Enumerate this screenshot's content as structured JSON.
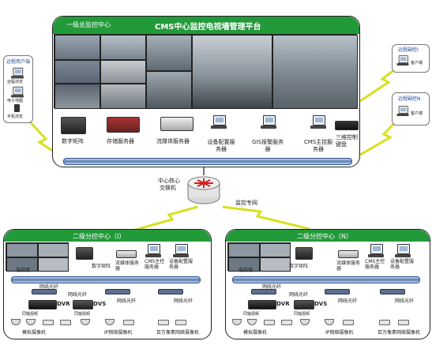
{
  "top_center": {
    "title": "CMS中心监控电视墙管理平台",
    "tag": "一级总监控中心",
    "devices": [
      {
        "label": "数字矩阵"
      },
      {
        "label": "存储服务器"
      },
      {
        "label": "流媒体服务器"
      },
      {
        "label": "设备配置服务器"
      },
      {
        "label": "GIS报警服务器"
      },
      {
        "label": "CMS主控服务器"
      },
      {
        "label": "三维控制键盘"
      }
    ]
  },
  "remote_user": {
    "title": "远程用户端",
    "items": [
      "远程浏览",
      "电子地图",
      "手机浏览"
    ]
  },
  "remote_vice_1": {
    "title": "远程副控I",
    "client": "客户端"
  },
  "remote_vice_n": {
    "title": "远程副控N",
    "client": "客户端"
  },
  "core": {
    "label1": "中心核心",
    "label2": "交换机",
    "link_label": "监控专网"
  },
  "sub_centers": [
    {
      "title": "二级分控中心（I）",
      "tv_wall": "电视墙",
      "matrix": "数字矩阵",
      "stream": "流媒体服务器",
      "cms": "CMS主控服务器",
      "config": "设备配置服务器",
      "fiber_top": "网线光纤",
      "dvr": "DVR",
      "dvs": "DVS",
      "fiber": "网线光纤",
      "left_cable": "同轴视频",
      "mid_cable": "同轴视频",
      "analog": "模拟摄像机",
      "ip": "IP网络摄像机",
      "mega": "百万像素网络摄像机"
    },
    {
      "title": "二级分控中心（N）",
      "tv_wall": "电视墙",
      "matrix": "数字矩阵",
      "stream": "流媒体服务器",
      "cms": "CMS主控服务器",
      "config": "设备配置服务器",
      "fiber_top": "网线光纤",
      "dvr": "DVR",
      "dvs": "DVS",
      "fiber": "网线光纤",
      "left_cable": "同轴视频",
      "mid_cable": "同轴视频",
      "analog": "模拟摄像机",
      "ip": "IP网络摄像机",
      "mega": "百万像素网络摄像机"
    }
  ],
  "colors": {
    "header_green": "#229a3a",
    "bus_blue": "#5679b0",
    "lightning": "#d8e020"
  }
}
